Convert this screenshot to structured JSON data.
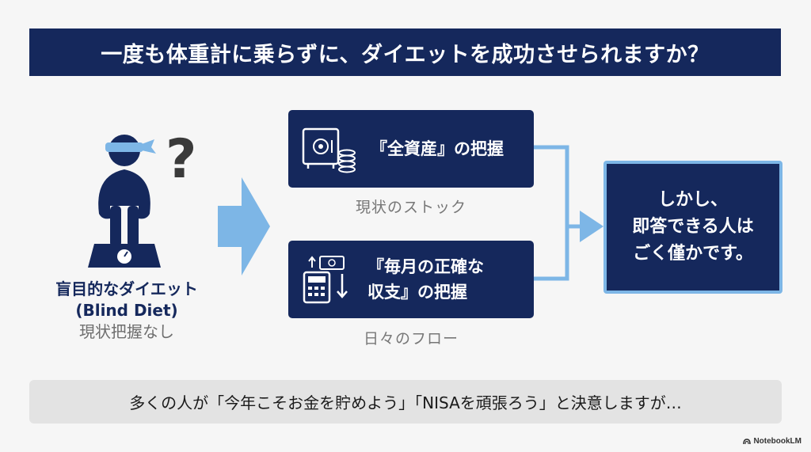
{
  "title": "一度も体重計に乗らずに、ダイエットを成功させられますか？",
  "left": {
    "line1": "盲目的なダイエット",
    "line2": "(Blind Diet)",
    "line3": "現状把握なし"
  },
  "cards": [
    {
      "lines": [
        "『全資産』の把握"
      ],
      "sub": "現状のストック",
      "icon": "safe-and-coins-icon"
    },
    {
      "lines": [
        "『毎月の正確な",
        "収支』の把握"
      ],
      "sub": "日々のフロー",
      "icon": "calculator-cashflow-icon"
    }
  ],
  "result": {
    "lines": [
      "しかし、",
      "即答できる人は",
      "ごく僅かです。"
    ]
  },
  "bottom": "多くの人が「今年こそお金を貯めよう」「NISAを頑張ろう」と決意しますが…",
  "brand": "NotebookLM",
  "colors": {
    "navy": "#15285c",
    "accent": "#7db6e6",
    "muted": "#777777"
  }
}
